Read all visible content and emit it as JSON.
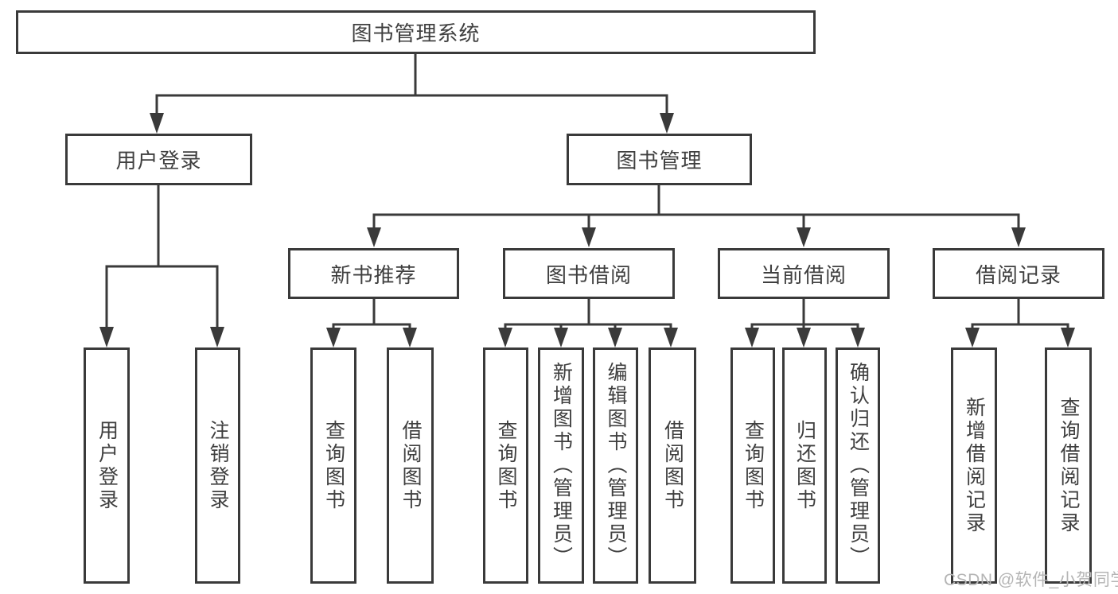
{
  "colors": {
    "line": "#3a3a3a",
    "box_border": "#3a3a3a",
    "text": "#3f3f3f",
    "background": "#ffffff",
    "watermark": "#b5b5b5"
  },
  "tree": {
    "root": "图书管理系统",
    "branches": [
      {
        "label": "用户登录",
        "children": [
          "用户登录",
          "注销登录"
        ]
      },
      {
        "label": "图书管理",
        "groups": [
          {
            "label": "新书推荐",
            "children": [
              "查询图书",
              "借阅图书"
            ]
          },
          {
            "label": "图书借阅",
            "children": [
              "查询图书",
              "新增图书（管理员）",
              "编辑图书（管理员）",
              "借阅图书"
            ]
          },
          {
            "label": "当前借阅",
            "children": [
              "查询图书",
              "归还图书",
              "确认归还（管理员）"
            ]
          },
          {
            "label": "借阅记录",
            "children": [
              "新增借阅记录",
              "查询借阅记录"
            ]
          }
        ]
      }
    ]
  },
  "watermark": {
    "text": "CSDN @软件_小贺同学"
  }
}
